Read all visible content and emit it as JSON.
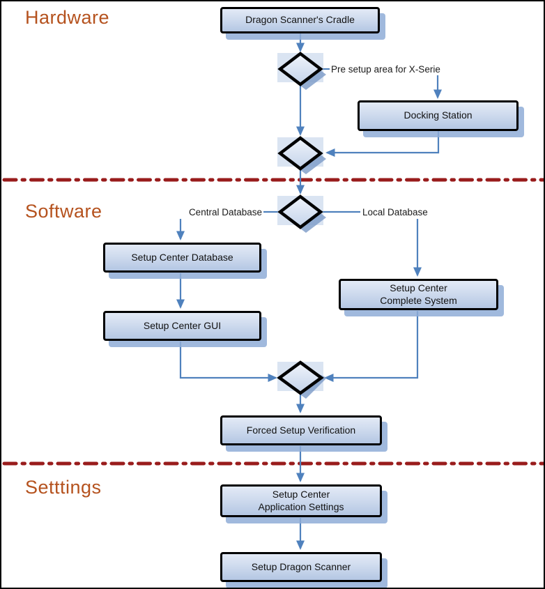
{
  "sections": {
    "hardware": {
      "label": "Hardware"
    },
    "software": {
      "label": "Software"
    },
    "settings": {
      "label": "Setttings"
    }
  },
  "nodes": {
    "cradle": {
      "label": "Dragon Scanner's Cradle"
    },
    "docking": {
      "label": "Docking Station"
    },
    "setup_center_database": {
      "label": "Setup Center Database"
    },
    "setup_center_complete": {
      "line1": "Setup Center",
      "line2": "Complete System"
    },
    "setup_center_gui": {
      "label": "Setup Center GUI"
    },
    "forced_setup": {
      "label": "Forced Setup Verification"
    },
    "app_settings": {
      "line1": "Setup Center",
      "line2": "Application Settings"
    },
    "setup_dragon": {
      "label": "Setup Dragon Scanner"
    }
  },
  "notes": {
    "pre_setup": {
      "label": "Pre setup area for X-Serie"
    },
    "central_db": {
      "label": "Central Database"
    },
    "local_db": {
      "label": "Local Database"
    }
  },
  "colors": {
    "section_label": "#b5521e",
    "separator": "#991c1c",
    "connector": "#4f81bd",
    "box_border": "#000000",
    "box_fill_top": "#e3eaf6",
    "box_fill_bottom": "#b4c7e3",
    "box_shadow": "#8fadd7",
    "diamond_backdrop": "#bccde7"
  }
}
